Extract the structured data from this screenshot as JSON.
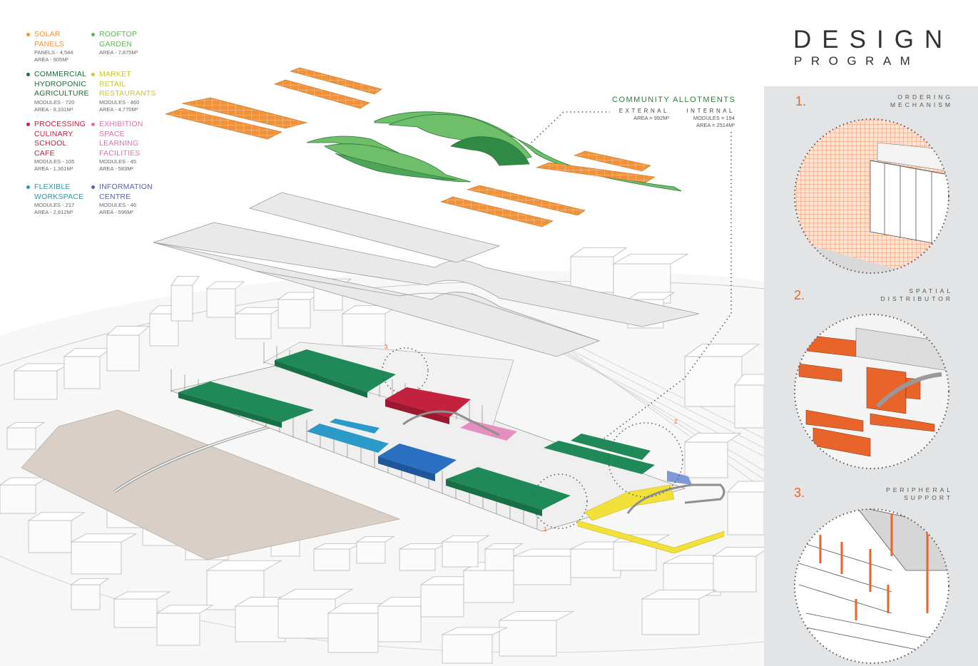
{
  "title": {
    "line1": "DESIGN",
    "line2": "PROGRAM"
  },
  "legend": [
    {
      "label": "SOLAR\nPANELS",
      "stats": [
        "PANELS - 4,544",
        "AREA - 905m²"
      ],
      "color": "#f0923a"
    },
    {
      "label": "ROOFTOP\nGARDEN",
      "stats": [
        "AREA - 7,875m²"
      ],
      "color": "#5ab552"
    },
    {
      "label": "COMMERCIAL\nHYDROPONIC\nAGRICULTURE",
      "stats": [
        "MODULES - 720",
        "AREA - 9,331m²"
      ],
      "color": "#1f6b3a"
    },
    {
      "label": "MARKET\nRETAIL\nRESTAURANTS",
      "stats": [
        "MODULES - 460",
        "AREA - 4,770m²"
      ],
      "color": "#c9c736"
    },
    {
      "label": "PROCESSING\nCULINARY\nSCHOOL\nCAFE",
      "stats": [
        "MODULES - 105",
        "AREA - 1,361m²"
      ],
      "color": "#c4213f"
    },
    {
      "label": "EXHIBITION\nSPACE\nLEARNING\nFACILITIES",
      "stats": [
        "MODULES - 45",
        "AREA - 583m²"
      ],
      "color": "#d973a8"
    },
    {
      "label": "FLEXIBLE\nWORKSPACE",
      "stats": [
        "MODULES - 217",
        "AREA - 2,812m²"
      ],
      "color": "#2b9aa5"
    },
    {
      "label": "INFORMATION\nCENTRE",
      "stats": [
        "MODULES - 46",
        "AREA - 596m²"
      ],
      "color": "#5a5fa8"
    }
  ],
  "community": {
    "title": "COMMUNITY ALLOTMENTS",
    "external": {
      "heading": "EXTERNAL",
      "lines": [
        "AREA = 992M²"
      ]
    },
    "internal": {
      "heading": "INTERNAL",
      "lines": [
        "MODULES = 194",
        "AREA = 2514M²"
      ]
    }
  },
  "details": [
    {
      "number": "1.",
      "label": "ORDERING\nMECHANISM"
    },
    {
      "number": "2.",
      "label": "SPATIAL\nDISTRIBUTOR"
    },
    {
      "number": "3.",
      "label": "PERIPHERAL\nSUPPORT"
    }
  ],
  "callouts": [
    "1",
    "2",
    "3"
  ],
  "colors": {
    "accent": "#e8642a",
    "solar": "#f0923a",
    "garden": "#5ab552",
    "hydroponic": "#1f8a57",
    "market": "#f2e13a",
    "processing": "#c4213f",
    "exhibition": "#e58fbf",
    "workspace": "#2b9ac8",
    "info": "#7f98d6",
    "panel": "#e3e4e5"
  }
}
